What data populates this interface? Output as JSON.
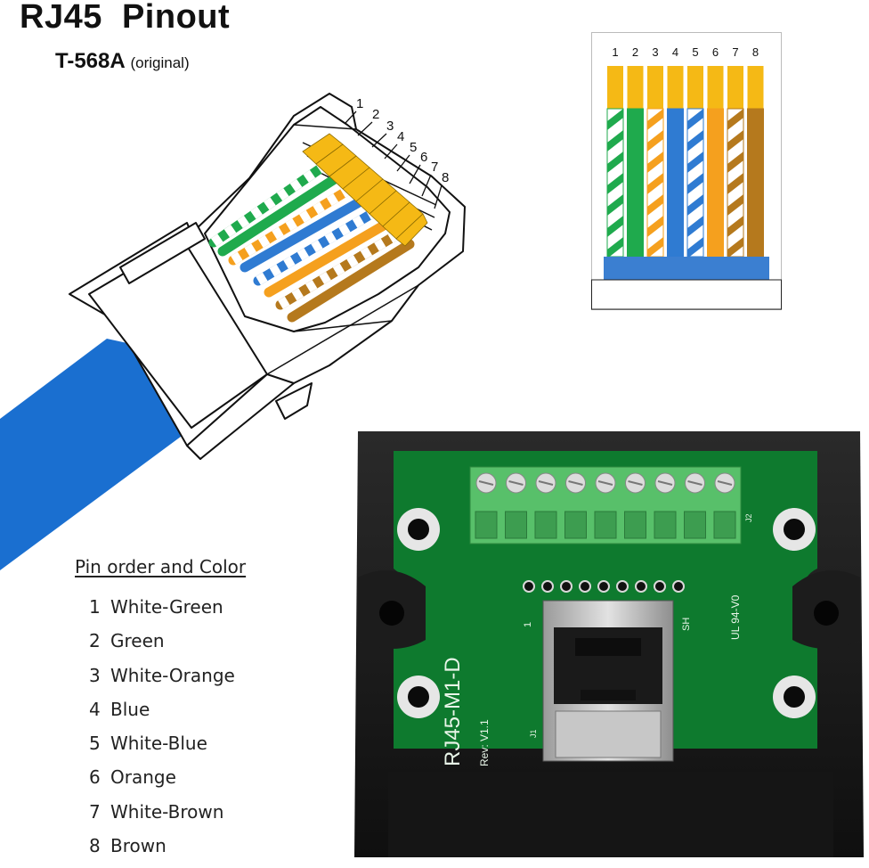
{
  "header": {
    "title": "RJ45  Pinout",
    "standard": "T-568A",
    "standard_note": "(original)"
  },
  "plug_pin_numbers": [
    "1",
    "2",
    "3",
    "4",
    "5",
    "6",
    "7",
    "8"
  ],
  "wiring_chart": {
    "pin_numbers": [
      "1",
      "2",
      "3",
      "4",
      "5",
      "6",
      "7",
      "8"
    ],
    "wires": [
      {
        "base": "#ffffff",
        "stripe": "#1faa4d"
      },
      {
        "base": "#1faa4d",
        "stripe": null
      },
      {
        "base": "#ffffff",
        "stripe": "#f5a01e"
      },
      {
        "base": "#2f7bd2",
        "stripe": null
      },
      {
        "base": "#ffffff",
        "stripe": "#2f7bd2"
      },
      {
        "base": "#f5a01e",
        "stripe": null
      },
      {
        "base": "#ffffff",
        "stripe": "#b5791d"
      },
      {
        "base": "#b5791d",
        "stripe": null
      }
    ],
    "contact_color": "#f5b915",
    "jacket_color": "#3b7fd1"
  },
  "pin_order": {
    "title": "Pin order and Color",
    "items": [
      {
        "num": "1",
        "label": "White-Green"
      },
      {
        "num": "2",
        "label": "Green"
      },
      {
        "num": "3",
        "label": "White-Orange"
      },
      {
        "num": "4",
        "label": "Blue"
      },
      {
        "num": "5",
        "label": "White-Blue"
      },
      {
        "num": "6",
        "label": "Orange"
      },
      {
        "num": "7",
        "label": "White-Brown"
      },
      {
        "num": "8",
        "label": "Brown"
      }
    ]
  },
  "board": {
    "model": "RJ45-M1-D",
    "rev": "Rev: V1.1",
    "ul_mark": "UL  94-V0",
    "sh_label": "SH",
    "pin1_label": "1",
    "j1_label": "J1",
    "j2_label": "J2",
    "terminal_count": 9,
    "pcb_color": "#0e7a2e",
    "terminal_color": "#58c06a",
    "case_color": "#1b1b1b"
  }
}
